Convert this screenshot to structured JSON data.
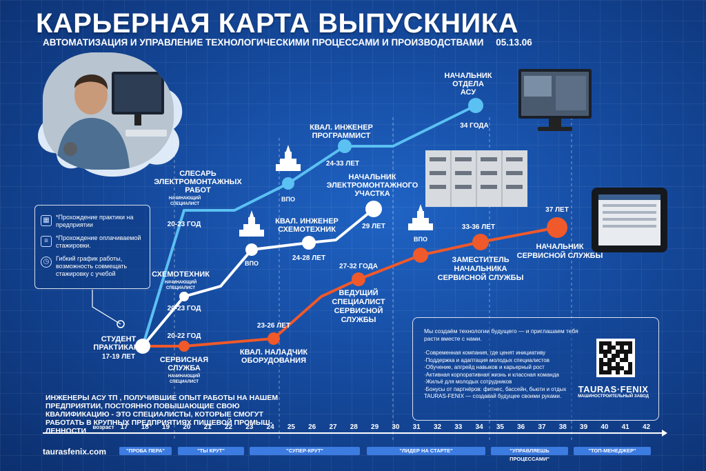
{
  "header": {
    "title": "КАРЬЕРНАЯ КАРТА ВЫПУСКНИКА",
    "subtitle": "АВТОМАТИЗАЦИЯ И УПРАВЛЕНИЕ ТЕХНОЛОГИЧЕСКИМИ ПРОЦЕССАМИ И ПРОИЗВОДСТВАМИ",
    "code": "05.13.06"
  },
  "left_panel": {
    "items": [
      {
        "icon": "building-icon",
        "text": "*Прохождение практики на предприятии"
      },
      {
        "icon": "money-icon",
        "text": "*Прохождение оплачиваемой стажировки."
      },
      {
        "icon": "clock-icon",
        "text": "Гибкий график работы, возможность совмещать стажировку с учебой"
      }
    ]
  },
  "start": {
    "label": "СТУДЕНТ ПРАКТИКАНТ",
    "ages": "17-19 ЛЕТ"
  },
  "tracks": {
    "light_blue": {
      "color": "#5bc0f2",
      "nodes": [
        {
          "title": "СЛЕСАРЬ ЭЛЕКТРОМОНТАЖНЫХ РАБОТ",
          "sub": "НАЧИНАЮЩИЙ СПЕЦИАЛИСТ",
          "age": "20-23 ГОД"
        },
        {
          "title": "ВПО",
          "age": ""
        },
        {
          "title": "КВАЛ. ИНЖЕНЕР ПРОГРАММИСТ",
          "age": "24-33 ЛЕТ"
        },
        {
          "title": "НАЧАЛЬНИК ОТДЕЛА АСУ",
          "age": "34 ГОДА"
        }
      ]
    },
    "white": {
      "color": "#ffffff",
      "nodes": [
        {
          "title": "СХЕМОТЕХНИК",
          "sub": "НАЧИНАЮЩИЙ СПЕЦИАЛИСТ",
          "age": "20-23 ГОД"
        },
        {
          "title": "ВПО",
          "age": ""
        },
        {
          "title": "КВАЛ. ИНЖЕНЕР СХЕМОТЕХНИК",
          "age": "24-28 ЛЕТ"
        },
        {
          "title": "НАЧАЛЬНИК ЭЛЕКТРОМОНТАЖНОГО УЧАСТКА",
          "age": "29 ЛЕТ"
        }
      ]
    },
    "orange": {
      "color": "#f0592a",
      "nodes": [
        {
          "title": "СЕРВИСНАЯ СЛУЖБА",
          "sub": "НАЧИНАЮЩИЙ СПЕЦИАЛИСТ",
          "age": "20-22 ГОД"
        },
        {
          "title": "КВАЛ. НАЛАДЧИК ОБОРУДОВАНИЯ",
          "age": "23-26 ЛЕТ"
        },
        {
          "title": "ВЕДУЩИЙ СПЕЦИАЛИСТ СЕРВИСНОЙ СЛУЖБЫ",
          "age": "27-32 ГОДА"
        },
        {
          "title": "ВПО",
          "age": ""
        },
        {
          "title": "ЗАМЕСТИТЕЛЬ НАЧАЛЬНИКА СЕРВИСНОЙ СЛУЖБЫ",
          "age": "33-36 ЛЕТ"
        },
        {
          "title": "НАЧАЛЬНИК СЕРВИСНОЙ СЛУЖБЫ",
          "age": "37 ЛЕТ"
        }
      ]
    }
  },
  "bottom_text": "ИНЖЕНЕРЫ АСУ ТП , ПОЛУЧИВШИЕ ОПЫТ РАБОТЫ НА НАШЕМ ПРЕДПРИЯТИИ, ПОСТОЯННО ПОВЫШАЮЩИЕ СВОЮ КВАЛИФИКАЦИЮ - ЭТО СПЕЦИАЛИСТЫ, КОТОРЫЕ СМОГУТ РАБОТАТЬ В КРУПНЫХ ПРЕДПРИЯТИЯХ ПИЩЕВОЙ ПРОМЫШ-ЛЕННОСТИ",
  "right_panel": {
    "intro": "Мы создаём технологии будущего — и приглашаем тебя расти вместе с нами.",
    "items": [
      "·Современная компания, где ценят инициативу",
      "·Поддержка и адаптация молодых специалистов",
      "·Обучение, апгрейд навыков и карьерный рост",
      "·Активная корпоративная жизнь и классная команда",
      "·Жильё для молодых сотрудников",
      "·Бонусы от партнёров: фитнес, бассейн, бьюти и отдых TAURAS-FENIX — создавай будущее своими руками."
    ],
    "brand": "TAURAS·FENIX",
    "brand_sub": "МАШИНОСТРОИТЕЛЬНЫЙ ЗАВОД"
  },
  "axis": {
    "label": "возраст",
    "ages": [
      "17",
      "18",
      "19",
      "20",
      "21",
      "22",
      "23",
      "24",
      "25",
      "26",
      "27",
      "28",
      "29",
      "30",
      "31",
      "32",
      "33",
      "34",
      "35",
      "36",
      "37",
      "38",
      "39",
      "40",
      "41",
      "42"
    ]
  },
  "stages": [
    "\"ПРОБА ПЕРА\"",
    "\"ТЫ КРУТ\"",
    "\"СУПЕР-КРУТ\"",
    "\"ЛИДЕР НА СТАРТЕ\"",
    "\"УПРАВЛЯЕШЬ ПРОЦЕССАМИ\"",
    "\"ТОП-МЕНЕДЖЕР\""
  ],
  "site": "taurasfenix.com"
}
